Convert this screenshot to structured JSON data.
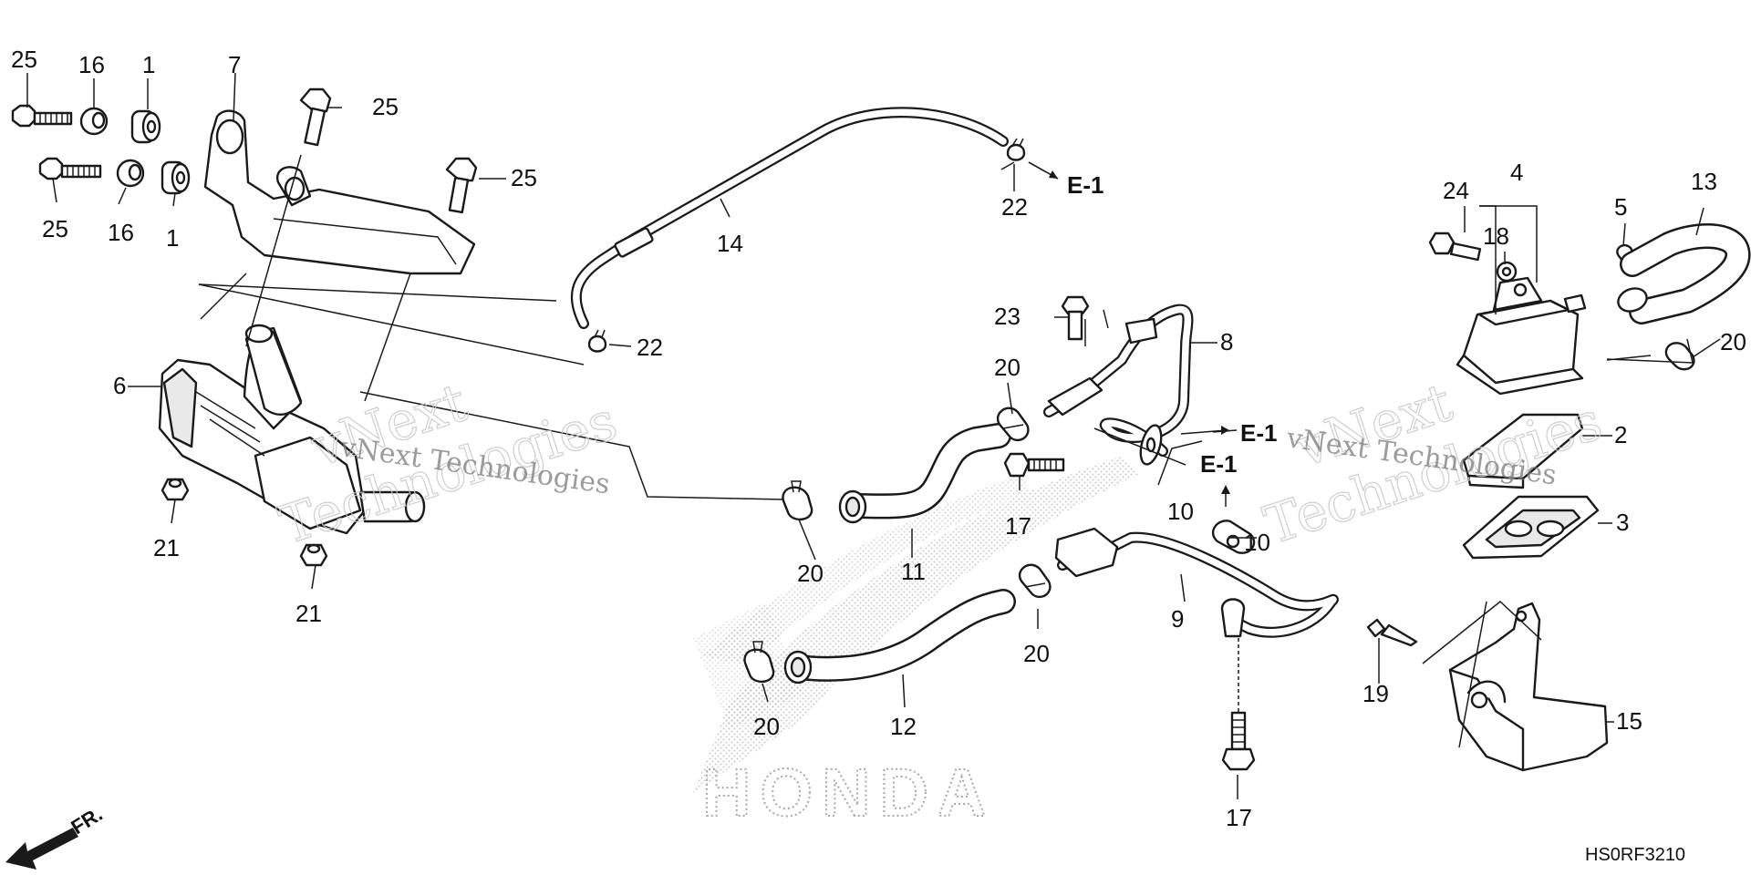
{
  "diagram": {
    "callouts": {
      "c1a": "1",
      "c1b": "1",
      "c2": "2",
      "c3": "3",
      "c4": "4",
      "c5": "5",
      "c6": "6",
      "c7": "7",
      "c8": "8",
      "c9": "9",
      "c10a": "10",
      "c10b": "10",
      "c11": "11",
      "c12": "12",
      "c13": "13",
      "c14": "14",
      "c15": "15",
      "c16a": "16",
      "c16b": "16",
      "c17a": "17",
      "c17b": "17",
      "c18": "18",
      "c19": "19",
      "c20a": "20",
      "c20b": "20",
      "c20c": "20",
      "c20d": "20",
      "c20e": "20",
      "c21a": "21",
      "c21b": "21",
      "c22a": "22",
      "c22b": "22",
      "c23": "23",
      "c24": "24",
      "c25a": "25",
      "c25b": "25",
      "c25c": "25",
      "c25d": "25"
    },
    "references": {
      "e1a": "E-1",
      "e1b": "E-1",
      "e1c": "E-1"
    },
    "front_indicator": "FR.",
    "diagram_code": "HS0RF3210",
    "watermark": {
      "line1": "vNext",
      "line2": "Technologies",
      "combined": "vNext Technologies"
    },
    "background_logo": "HONDA",
    "colors": {
      "ink": "#1a1a1a",
      "background": "#ffffff",
      "watermark": "#c9c9c9"
    }
  }
}
